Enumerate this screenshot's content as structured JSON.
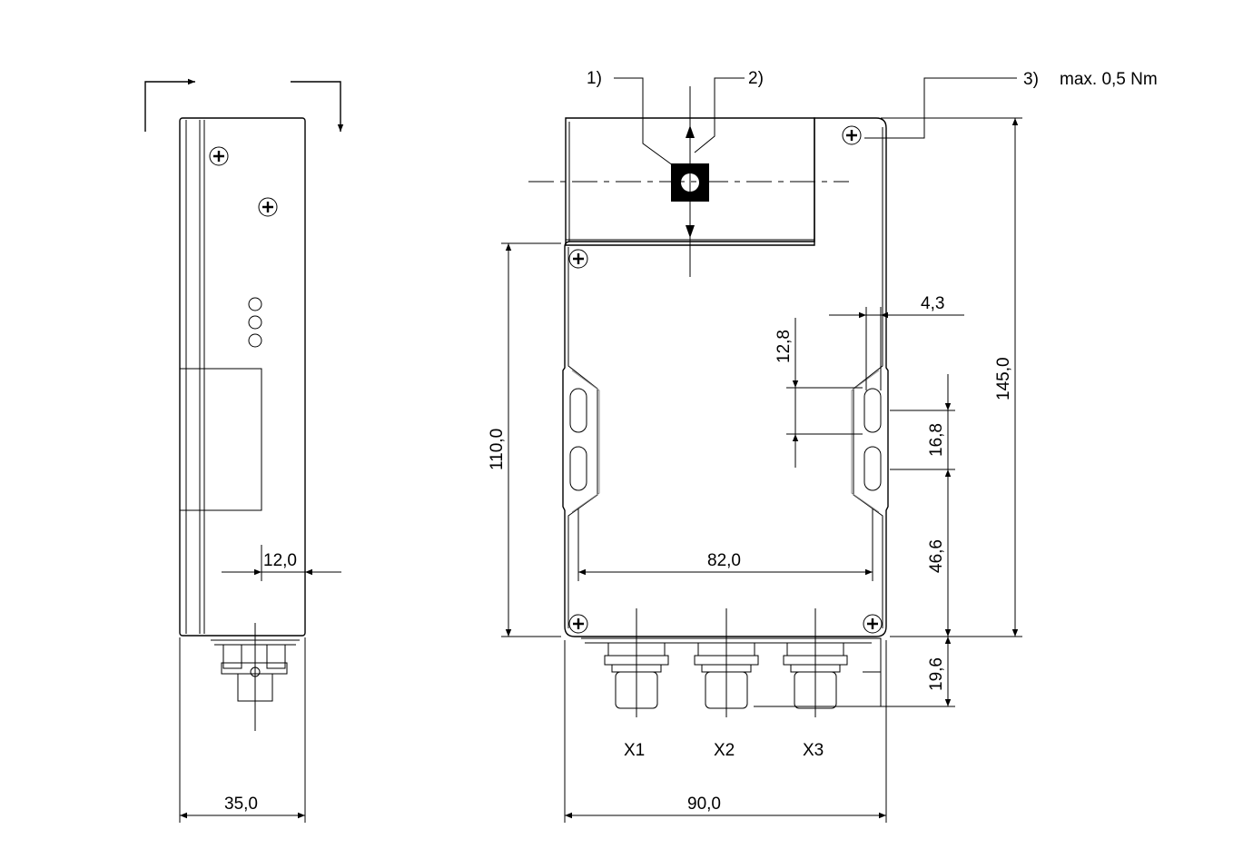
{
  "callouts": {
    "c1": "1)",
    "c2": "2)",
    "c3": "3)",
    "c3_note": "max. 0,5 Nm"
  },
  "dimensions": {
    "side_width": "35,0",
    "side_offset": "12,0",
    "front_width": "90,0",
    "slot_spacing": "82,0",
    "height_total": "145,0",
    "height_lower": "110,0",
    "slot_offset": "4,3",
    "slot_length": "12,8",
    "slot_pitch": "16,8",
    "slot_to_bottom": "46,6",
    "connector_depth": "19,6"
  },
  "connectors": [
    "X1",
    "X2",
    "X3"
  ]
}
